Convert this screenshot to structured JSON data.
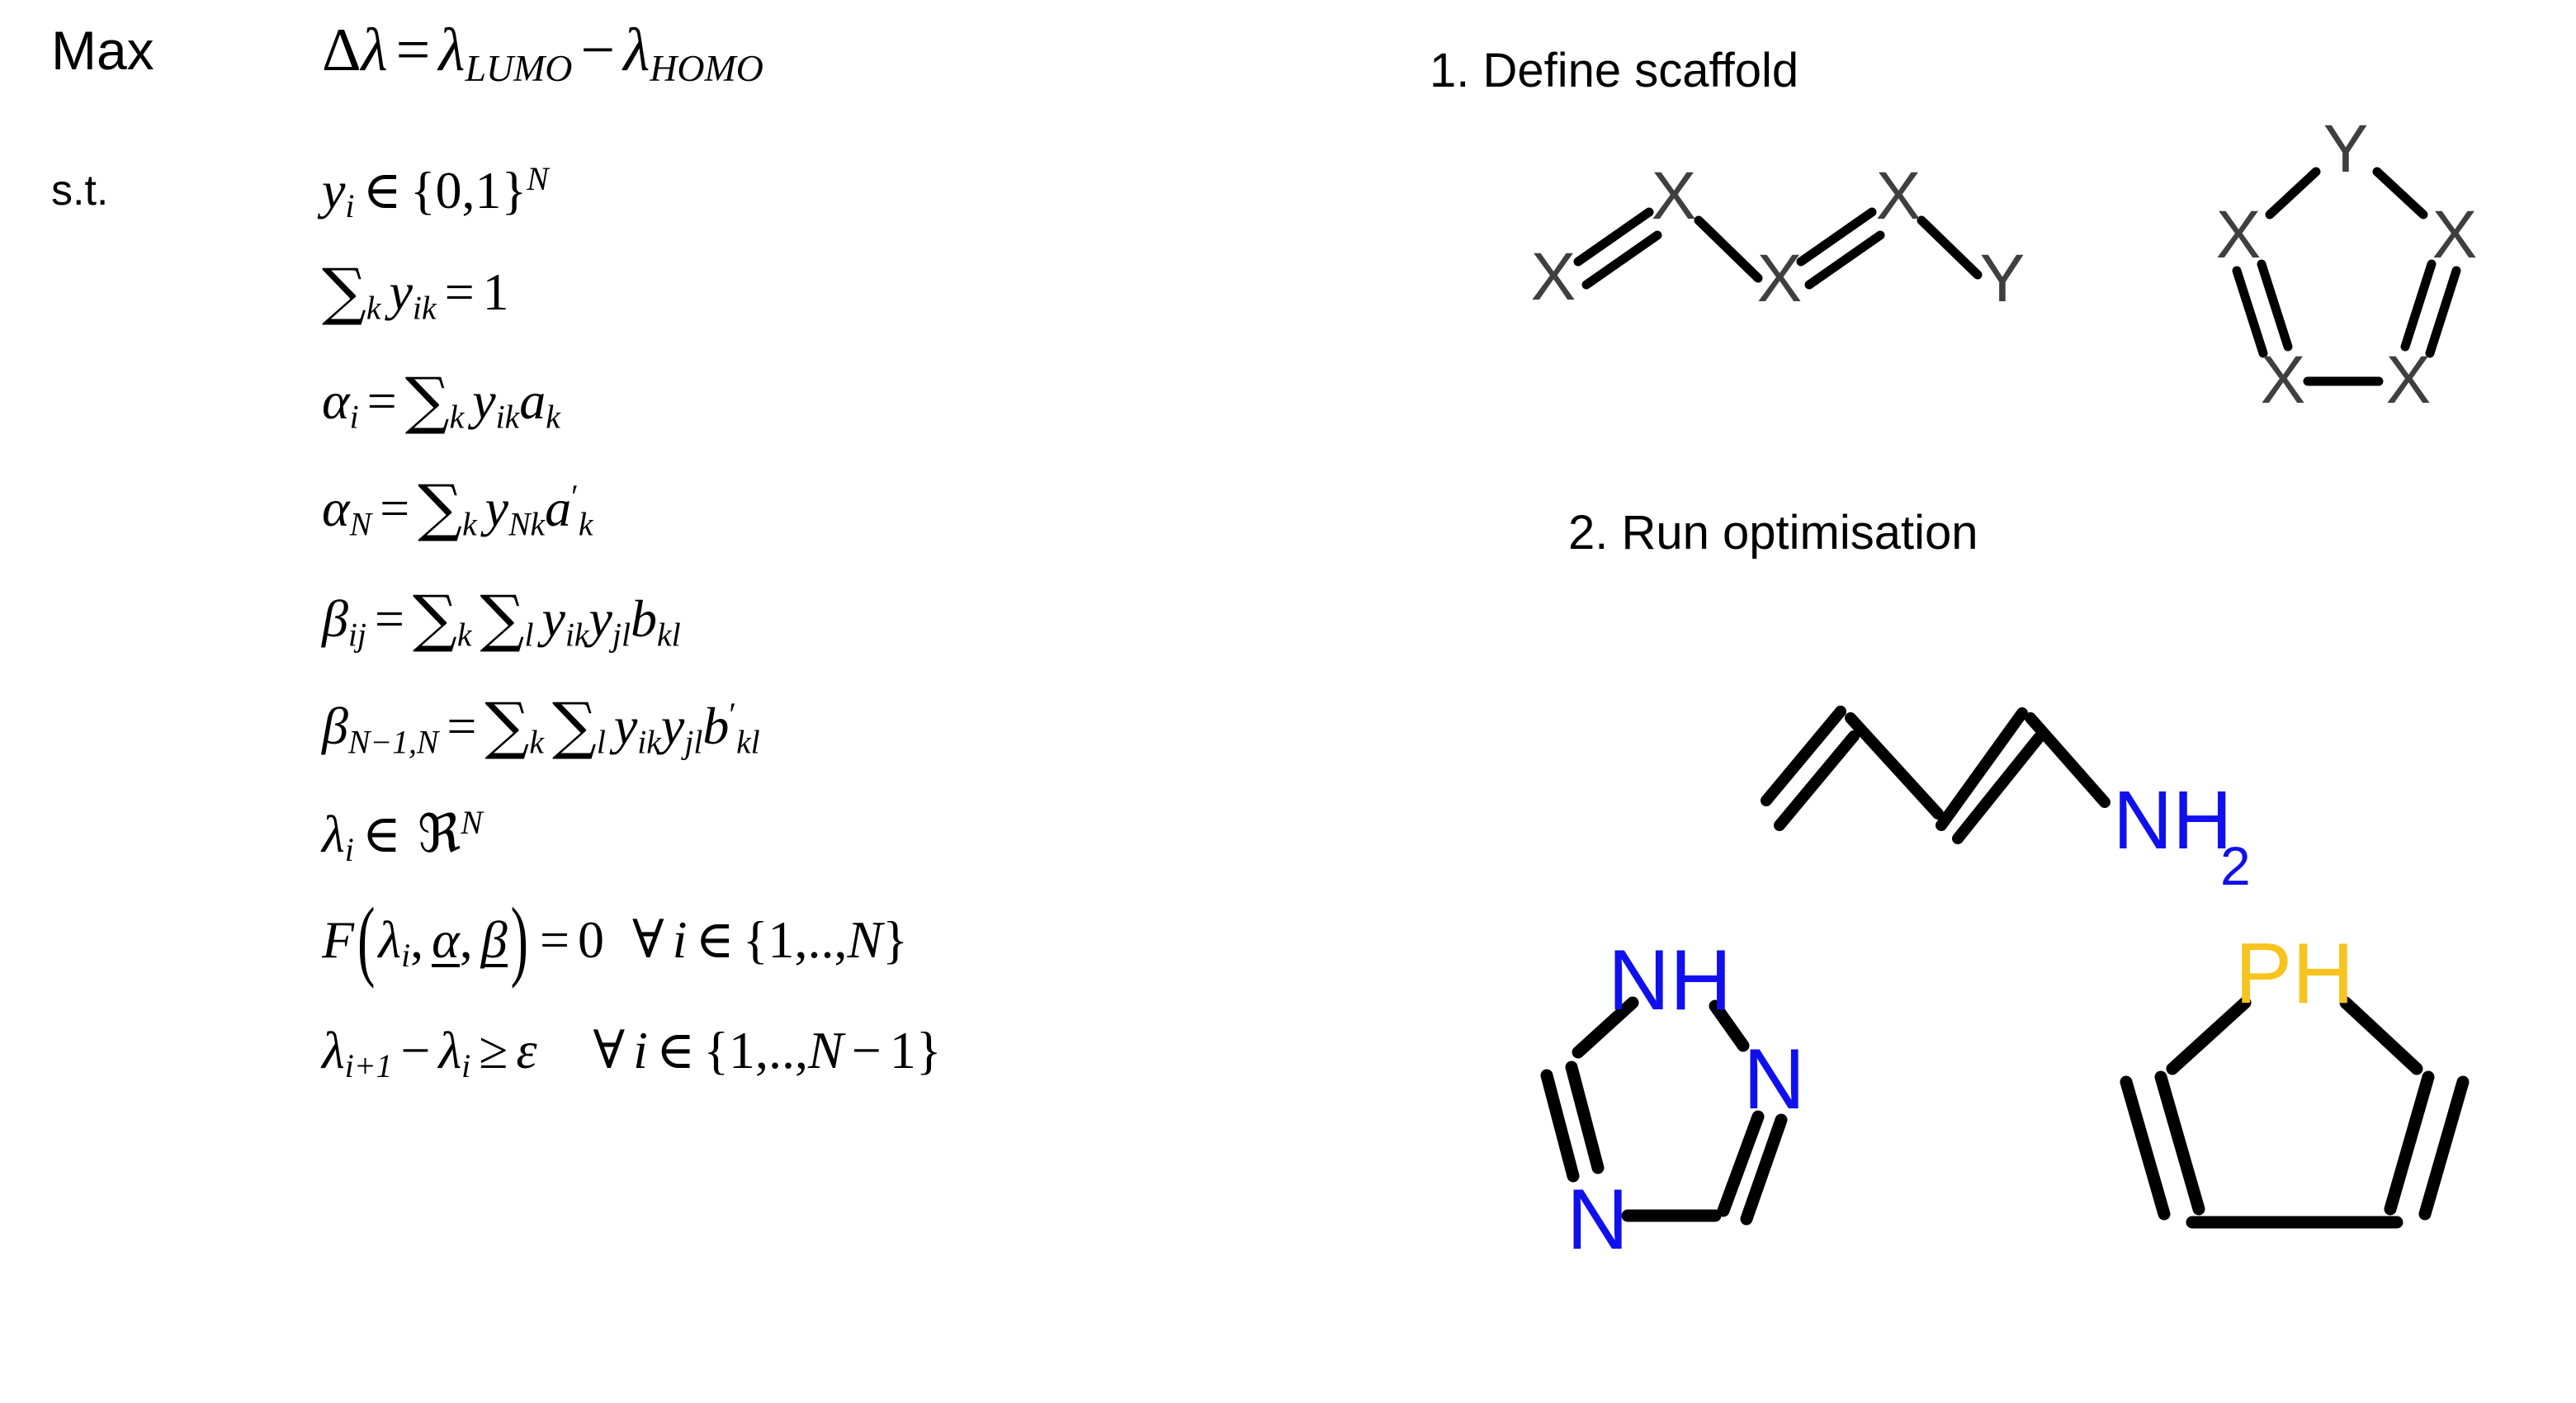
{
  "model": {
    "objective_keyword": "Max",
    "constraint_keyword": "s.t.",
    "objective": {
      "lhs_delta": "Δ",
      "lhs_lambda": "λ",
      "equals": "=",
      "minus": "−",
      "term1_symbol": "λ",
      "term1_sub": "LUMO",
      "term2_symbol": "λ",
      "term2_sub": "HOMO",
      "plain": "Δλ = λ_LUMO − λ_HOMO"
    },
    "constraints": [
      {
        "id": "binary-domain",
        "plain": "y_i ∈ {0,1}^N"
      },
      {
        "id": "assignment-sum",
        "plain": "∑_k y_ik = 1"
      },
      {
        "id": "alpha-i",
        "plain": "α_i = ∑_k y_ik a_k"
      },
      {
        "id": "alpha-N",
        "plain": "α_N = ∑_k y_Nk a'_k"
      },
      {
        "id": "beta-ij",
        "plain": "β_ij = ∑_k ∑_l y_ik y_jl b_kl"
      },
      {
        "id": "beta-N1N",
        "plain": "β_{N−1,N} = ∑_k ∑_l y_ik y_jl b'_kl"
      },
      {
        "id": "lambda-domain",
        "plain": "λ_i ∈ ℜ^N"
      },
      {
        "id": "secular-equation",
        "plain": "F(λ_i, α, β) = 0   ∀ i ∈ {1,..,N}"
      },
      {
        "id": "ordering-constraint",
        "plain": "λ_{i+1} − λ_i ≥ ε    ∀ i ∈ {1,..,N−1}"
      }
    ],
    "symbols": {
      "sum": "∑",
      "in": "∈",
      "forall": "∀",
      "geq": "≥",
      "epsilon": "ε",
      "real_set": "ℜ",
      "alpha": "α",
      "beta": "β",
      "lambda": "λ",
      "delta": "Δ",
      "minus": "−",
      "equals": "=",
      "prime": "′",
      "F": "F",
      "y": "y",
      "a": "a",
      "b": "b",
      "zero": "0",
      "one": "1",
      "N": "N",
      "i": "i",
      "j": "j",
      "k": "k",
      "l": "l",
      "brace_open": "{",
      "brace_close": "}",
      "comma": ",",
      "dots": "..",
      "paren_open": "(",
      "paren_close": ")"
    }
  },
  "workflow": {
    "step1_label": "1. Define scaffold",
    "step2_label": "2. Run optimisation"
  },
  "scaffolds": {
    "chain": {
      "name": "open-chain-scaffold",
      "atoms": [
        "X",
        "X",
        "X",
        "X",
        "Y"
      ],
      "bonds": [
        "double",
        "single",
        "double",
        "single"
      ]
    },
    "ring": {
      "name": "five-membered-ring-scaffold",
      "atoms": [
        "Y",
        "X",
        "X",
        "X",
        "X"
      ],
      "bonds": [
        "single",
        "double",
        "single",
        "double",
        "single"
      ]
    }
  },
  "molecules": {
    "butadienylamine": {
      "name": "butadienylamine",
      "label": "NH",
      "label_sub": "2",
      "label_color": "#1010EE",
      "bonds": [
        "double",
        "single",
        "double",
        "single"
      ]
    },
    "triazole": {
      "name": "1,2,4-triazole",
      "labels": [
        "NH",
        "N",
        "N"
      ],
      "label_color": "#1010EE"
    },
    "phosphole": {
      "name": "phosphole",
      "label": "PH",
      "label_color": "#F7C41F"
    }
  },
  "colors": {
    "nitrogen": "#1010EE",
    "phosphorus": "#F7C41F",
    "bond": "#000000",
    "scaffold_atom": "#3F3F3F",
    "text": "#000000",
    "background": "#FFFFFF"
  }
}
